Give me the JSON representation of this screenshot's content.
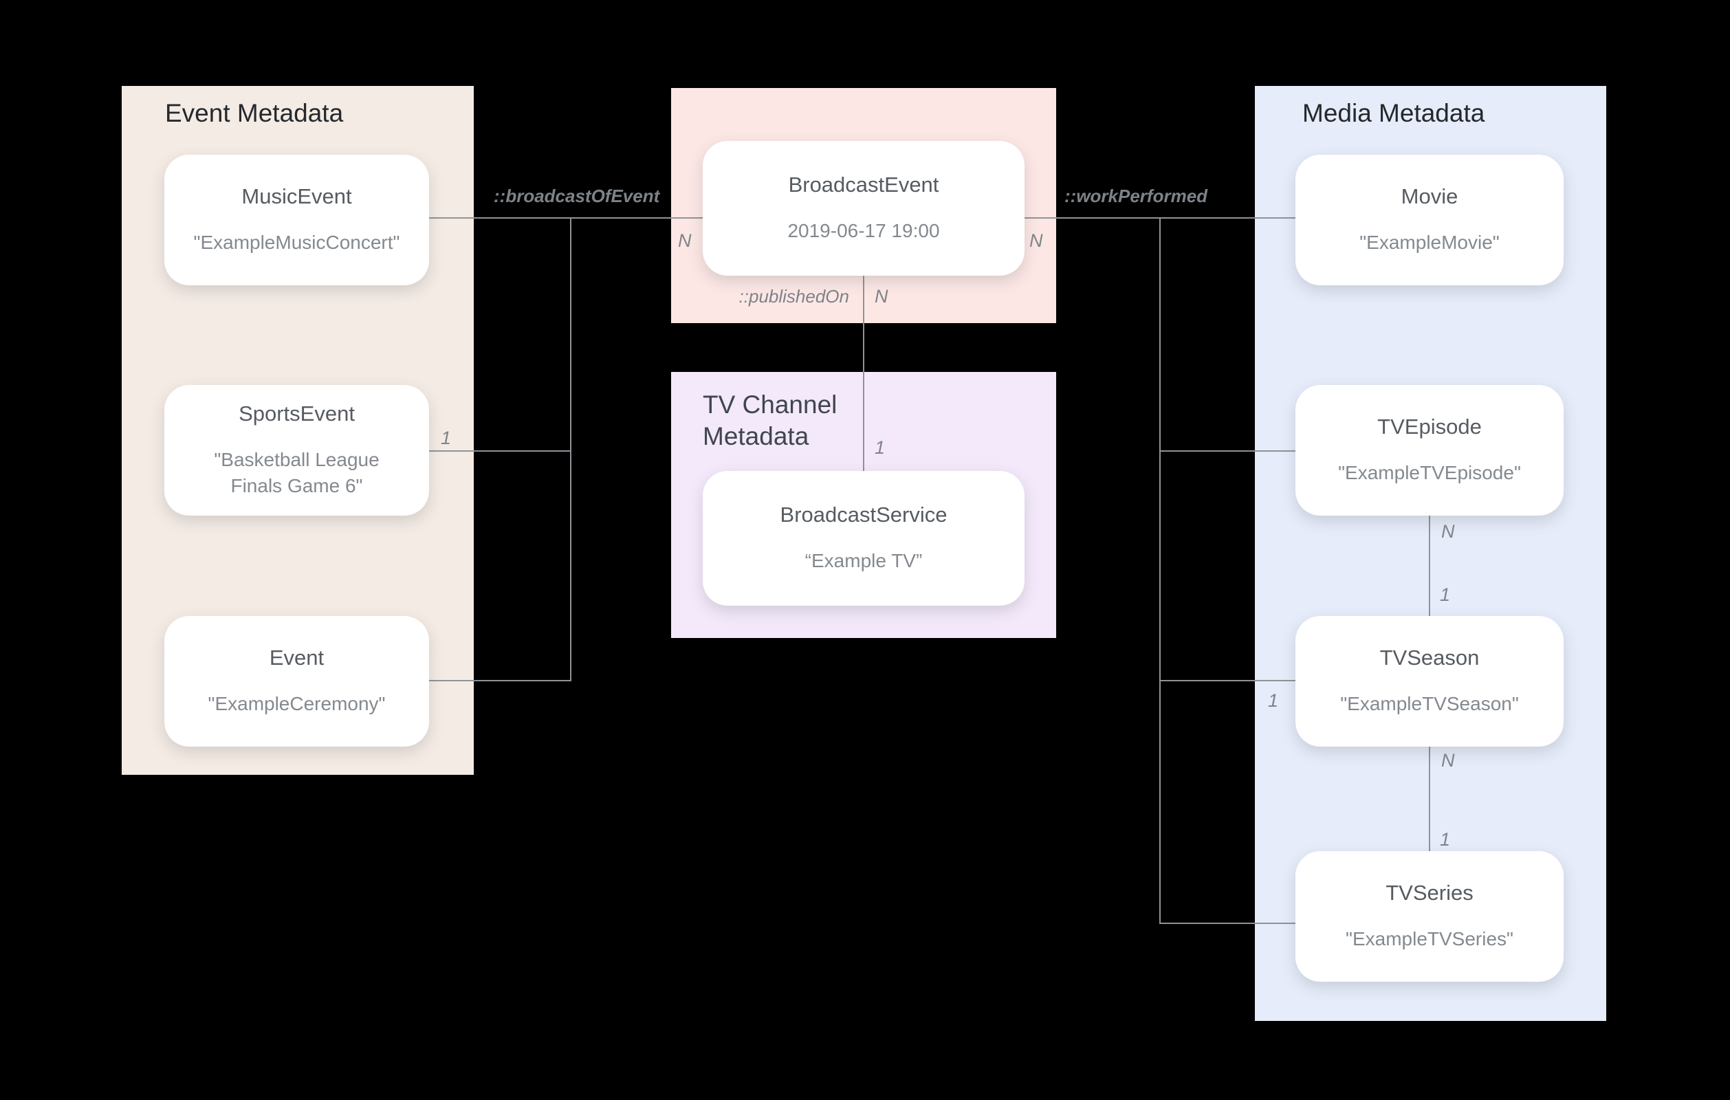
{
  "colors": {
    "background": "#000000",
    "line": "#8f9398",
    "panel_event_bg": "#f4ebe5",
    "panel_broadcast_bg": "#fce7e5",
    "panel_tv_channel_bg": "#f3e9fa",
    "panel_media_bg": "#e6ecfa",
    "node_bg": "#ffffff",
    "node_title_text": "#565b61",
    "node_value_text": "#83898f",
    "panel_title_text": "#25282c",
    "label_text": "#7d8389"
  },
  "panels": {
    "event": {
      "title": "Event Metadata"
    },
    "tv_channel": {
      "title": "TV Channel Metadata"
    },
    "media": {
      "title": "Media Metadata"
    }
  },
  "nodes": {
    "music_event": {
      "title": "MusicEvent",
      "value": "\"ExampleMusicConcert\""
    },
    "sports_event": {
      "title": "SportsEvent",
      "value": "\"Basketball League Finals Game 6\""
    },
    "event": {
      "title": "Event",
      "value": "\"ExampleCeremony\""
    },
    "broadcast_event": {
      "title": "BroadcastEvent",
      "value": "2019-06-17 19:00"
    },
    "broadcast_service": {
      "title": "BroadcastService",
      "value": "“Example TV”"
    },
    "movie": {
      "title": "Movie",
      "value": "\"ExampleMovie\""
    },
    "tv_episode": {
      "title": "TVEpisode",
      "value": "\"ExampleTVEpisode\""
    },
    "tv_season": {
      "title": "TVSeason",
      "value": "\"ExampleTVSeason\""
    },
    "tv_series": {
      "title": "TVSeries",
      "value": "\"ExampleTVSeries\""
    }
  },
  "edges": {
    "broadcast_of_event": {
      "label": "::broadcastOfEvent"
    },
    "work_performed": {
      "label": "::workPerformed"
    },
    "published_on": {
      "label": "::publishedOn"
    }
  },
  "cardinalities": {
    "sports_one": "1",
    "broadcast_left_n": "N",
    "broadcast_right_n": "N",
    "published_on_n": "N",
    "service_one": "1",
    "season_branch_one": "1",
    "episode_n": "N",
    "season_top_one": "1",
    "season_bottom_n": "N",
    "series_top_one": "1"
  }
}
